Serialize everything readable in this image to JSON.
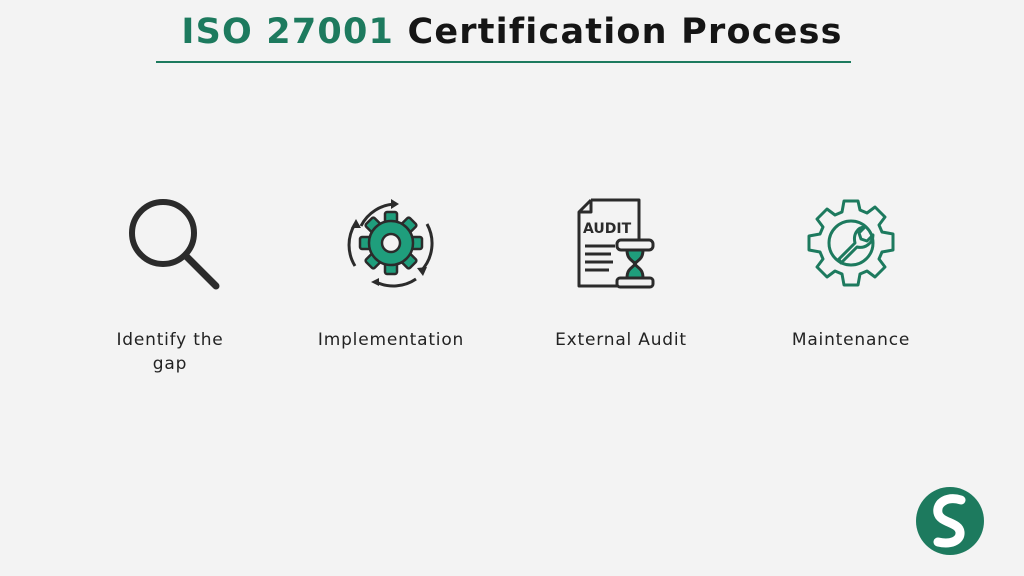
{
  "header": {
    "title_accent": "ISO 27001",
    "title_rest": "Certification Process",
    "accent_color": "#1d7a5e"
  },
  "steps": [
    {
      "label": "Identify the gap",
      "icon": "magnifier-icon"
    },
    {
      "label": "Implementation",
      "icon": "gear-cycle-icon"
    },
    {
      "label": "External Audit",
      "icon": "audit-document-icon"
    },
    {
      "label": "Maintenance",
      "icon": "wrench-gear-icon"
    }
  ],
  "brand": {
    "logo": "s-logo-icon"
  }
}
